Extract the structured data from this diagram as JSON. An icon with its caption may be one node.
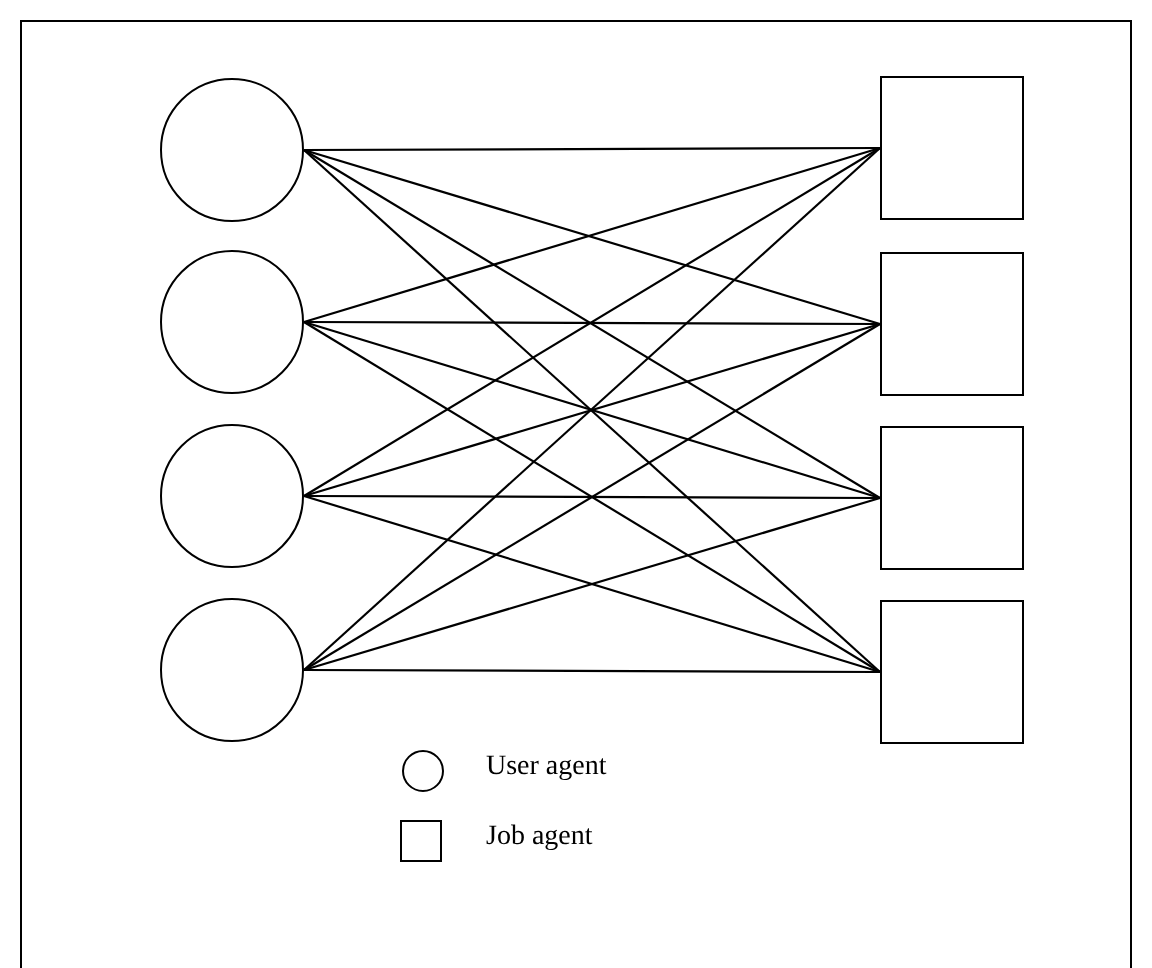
{
  "diagram": {
    "nodes": [
      {
        "text": [],
        "shape": "circle"
      },
      {
        "text": [],
        "shape": "circle"
      },
      {
        "text": [],
        "shape": "circle"
      },
      {
        "text": [],
        "shape": "circle"
      },
      {
        "text": [],
        "shape": "box"
      },
      {
        "text": [],
        "shape": "box"
      },
      {
        "text": [],
        "shape": "box"
      },
      {
        "text": [],
        "shape": "box"
      }
    ],
    "edges": [
      {
        "from": 0,
        "to": 4,
        "arrow": "none"
      },
      {
        "from": 0,
        "to": 5,
        "arrow": "none"
      },
      {
        "from": 0,
        "to": 6,
        "arrow": "none"
      },
      {
        "from": 0,
        "to": 7,
        "arrow": "none"
      },
      {
        "from": 1,
        "to": 4,
        "arrow": "none"
      },
      {
        "from": 1,
        "to": 5,
        "arrow": "none"
      },
      {
        "from": 1,
        "to": 6,
        "arrow": "none"
      },
      {
        "from": 1,
        "to": 7,
        "arrow": "none"
      },
      {
        "from": 2,
        "to": 4,
        "arrow": "none"
      },
      {
        "from": 2,
        "to": 5,
        "arrow": "none"
      },
      {
        "from": 2,
        "to": 6,
        "arrow": "none"
      },
      {
        "from": 2,
        "to": 7,
        "arrow": "none"
      },
      {
        "from": 3,
        "to": 4,
        "arrow": "none"
      },
      {
        "from": 3,
        "to": 5,
        "arrow": "none"
      },
      {
        "from": 3,
        "to": 6,
        "arrow": "none"
      },
      {
        "from": 3,
        "to": 7,
        "arrow": "none"
      }
    ],
    "legend": [
      {
        "text": "User agent"
      },
      {
        "text": "Job agent"
      }
    ]
  }
}
